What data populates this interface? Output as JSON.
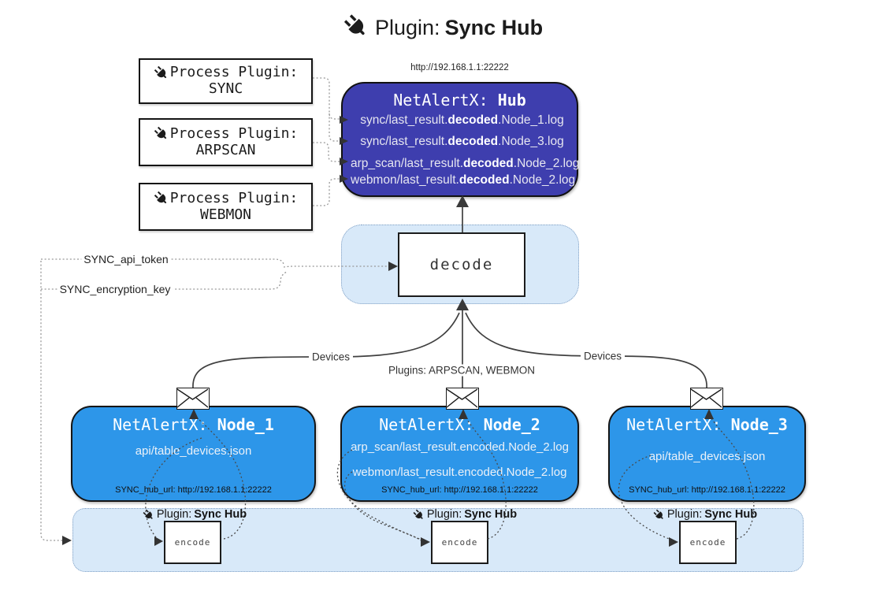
{
  "title": {
    "icon": "plug-icon",
    "prefix": "Plugin:",
    "name": "Sync Hub"
  },
  "colors": {
    "hub_bg": "#3e3eae",
    "node_bg": "#2d96e9",
    "panel_bg": "#d8e9f9",
    "edge": "#404040"
  },
  "process_plugins": [
    {
      "icon": "plug-icon",
      "label": "Process Plugin:",
      "name": "SYNC"
    },
    {
      "icon": "plug-icon",
      "label": "Process Plugin:",
      "name": "ARPSCAN"
    },
    {
      "icon": "plug-icon",
      "label": "Process Plugin:",
      "name": "WEBMON"
    }
  ],
  "hub": {
    "url": "http://192.168.1.1:22222",
    "title_prefix": "NetAlertX: ",
    "title_name": "Hub",
    "logs": [
      {
        "pre": "sync/last_result.",
        "mid": "decoded",
        "post": ".Node_1.log"
      },
      {
        "pre": "sync/last_result.",
        "mid": "decoded",
        "post": ".Node_3.log"
      },
      {
        "pre": "arp_scan/last_result.",
        "mid": "decoded",
        "post": ".Node_2.log"
      },
      {
        "pre": "webmon/last_result.",
        "mid": "decoded",
        "post": ".Node_2.log"
      }
    ]
  },
  "decode_box": {
    "label": "decode"
  },
  "settings": {
    "api_token": "SYNC_api_token",
    "encryption_key": "SYNC_encryption_key"
  },
  "edge_labels": {
    "devices_left": "Devices",
    "plugins_center": "Plugins: ARPSCAN, WEBMON",
    "devices_right": "Devices"
  },
  "nodes": [
    {
      "title_prefix": "NetAlertX: ",
      "title_name": "Node_1",
      "files": [
        "api/table_devices.json"
      ],
      "hub_url": "SYNC_hub_url: http://192.168.1.1:22222"
    },
    {
      "title_prefix": "NetAlertX: ",
      "title_name": "Node_2",
      "files": [
        "arp_scan/last_result.encoded.Node_2.log",
        "webmon/last_result.encoded.Node_2.log"
      ],
      "hub_url": "SYNC_hub_url: http://192.168.1.1:22222"
    },
    {
      "title_prefix": "NetAlertX: ",
      "title_name": "Node_3",
      "files": [
        "api/table_devices.json"
      ],
      "hub_url": "SYNC_hub_url: http://192.168.1.1:22222"
    }
  ],
  "encode_band": {
    "plugin_icon": "plug-icon",
    "plugin_prefix": "Plugin:",
    "plugin_name": "Sync Hub",
    "encode_label": "encode"
  }
}
